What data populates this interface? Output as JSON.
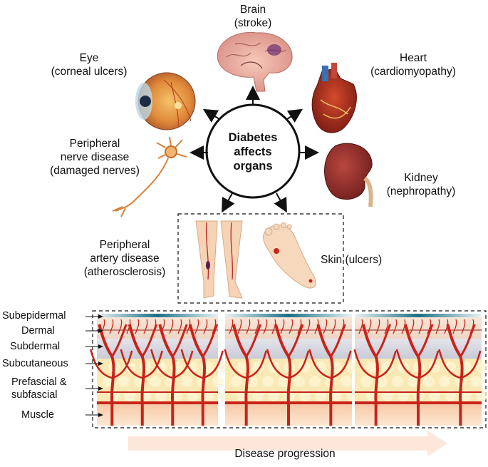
{
  "center": {
    "line1": "Diabetes",
    "line2": "affects",
    "line3": "organs"
  },
  "organs": {
    "brain": {
      "name": "Brain",
      "condition": "(stroke)"
    },
    "eye": {
      "name": "Eye",
      "condition": "(corneal ulcers)"
    },
    "heart": {
      "name": "Heart",
      "condition": "(cardiomyopathy)"
    },
    "nerve": {
      "line1": "Peripheral",
      "line2": "nerve disease",
      "line3": "(damaged nerves)"
    },
    "kidney": {
      "name": "Kidney",
      "condition": "(nephropathy)"
    },
    "artery": {
      "line1": "Peripheral",
      "line2": "artery disease",
      "line3": "(atherosclerosis)"
    },
    "skin": {
      "label": "Skin (ulcers)"
    }
  },
  "layers": {
    "subepidermal": "Subepidermal",
    "dermal": "Dermal",
    "subdermal": "Subdermal",
    "subcutaneous": "Subcutaneous",
    "prefascial_1": "Prefascial &",
    "prefascial_2": "subfascial",
    "muscle": "Muscle"
  },
  "progression": {
    "label": "Disease progression"
  },
  "colors": {
    "vessel": "#c8231b",
    "skin_top": "#1a6f87",
    "fat": "#fbe9b5",
    "muscle": "#f2b98a",
    "arrow_progress": "#fbe3d3",
    "kidney": "#8e2a2a",
    "leg": "#f6d3b4"
  }
}
